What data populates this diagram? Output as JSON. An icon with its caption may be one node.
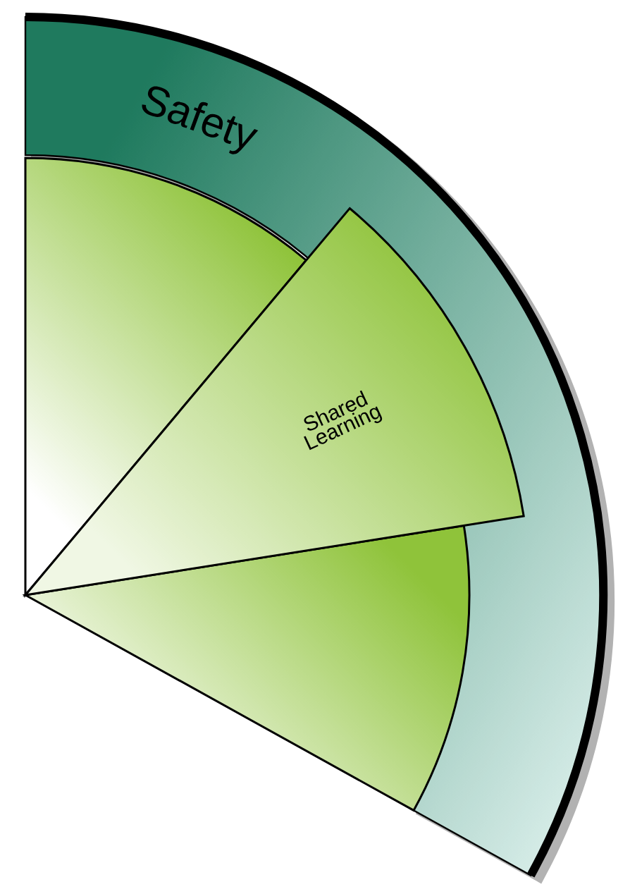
{
  "diagram": {
    "nodes": [
      {
        "text": [
          "Safety"
        ]
      },
      {
        "text": [],
        "shape": "sector",
        "in": 0
      },
      {
        "text": [
          "Shared Learning"
        ],
        "in": 0
      },
      {
        "text": [],
        "shape": "sector",
        "in": 0
      }
    ]
  }
}
